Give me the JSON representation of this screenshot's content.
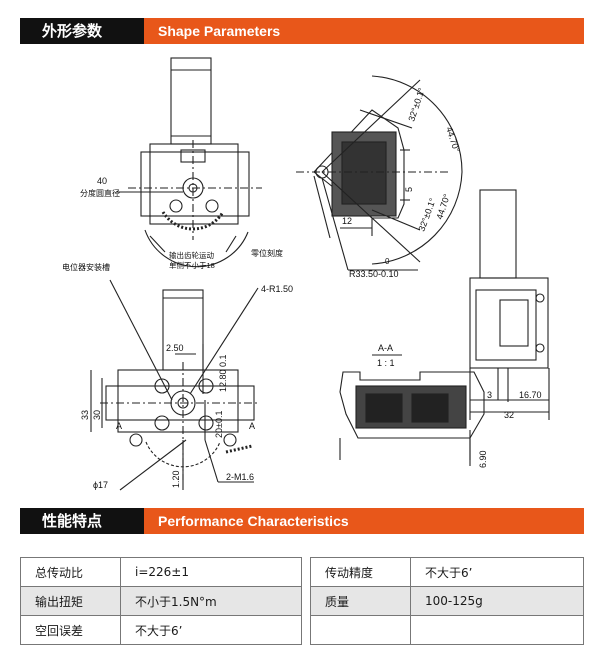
{
  "section1": {
    "title_cn": "外形参数",
    "title_en": "Shape Parameters"
  },
  "section2": {
    "title_cn": "性能特点",
    "title_en": "Performance Characteristics"
  },
  "drawing": {
    "labels": {
      "pitch_dia_value": "40",
      "pitch_dia_text": "分度圆直径",
      "output_gear_1": "输出齿轮运动",
      "output_gear_2": "单侧不小于18",
      "zero_scale": "零位刻度",
      "pot_slot": "电位器安装槽",
      "r150": "4-R1.50",
      "d250": "2.50",
      "d1280": "12.80 0.1",
      "d33": "33",
      "d30": "30",
      "d20": "20±0.1",
      "secA_left": "A",
      "secA_right": "A",
      "phi17": "ϕ17",
      "d120": "1.20",
      "m16": "2-M1.6",
      "ang32a": "32°±0.1°",
      "ang32b": "32°±0.1°",
      "ang4470a": "44.70°",
      "ang4470b": "44.70°",
      "d5": "5",
      "d12": "12",
      "r3350_tol": "0",
      "r3350": "R33.50-0.10",
      "aa": "A-A",
      "aa_scale": "1 : 1",
      "d690": "6.90",
      "d3": "3",
      "d1670": "16.70",
      "d32": "32"
    }
  },
  "table_left": [
    {
      "label": "总传动比",
      "value": "i=226±1"
    },
    {
      "label": "输出扭矩",
      "value": "不小于1.5N°m"
    },
    {
      "label": "空回误差",
      "value": "不大于6’"
    }
  ],
  "table_right": [
    {
      "label": "传动精度",
      "value": "不大于6’"
    },
    {
      "label": "质量",
      "value": "100-125g"
    },
    {
      "label": "",
      "value": ""
    }
  ],
  "colors": {
    "accent": "#e8571a",
    "dark": "#111111",
    "shade": "#e6e6e6"
  }
}
